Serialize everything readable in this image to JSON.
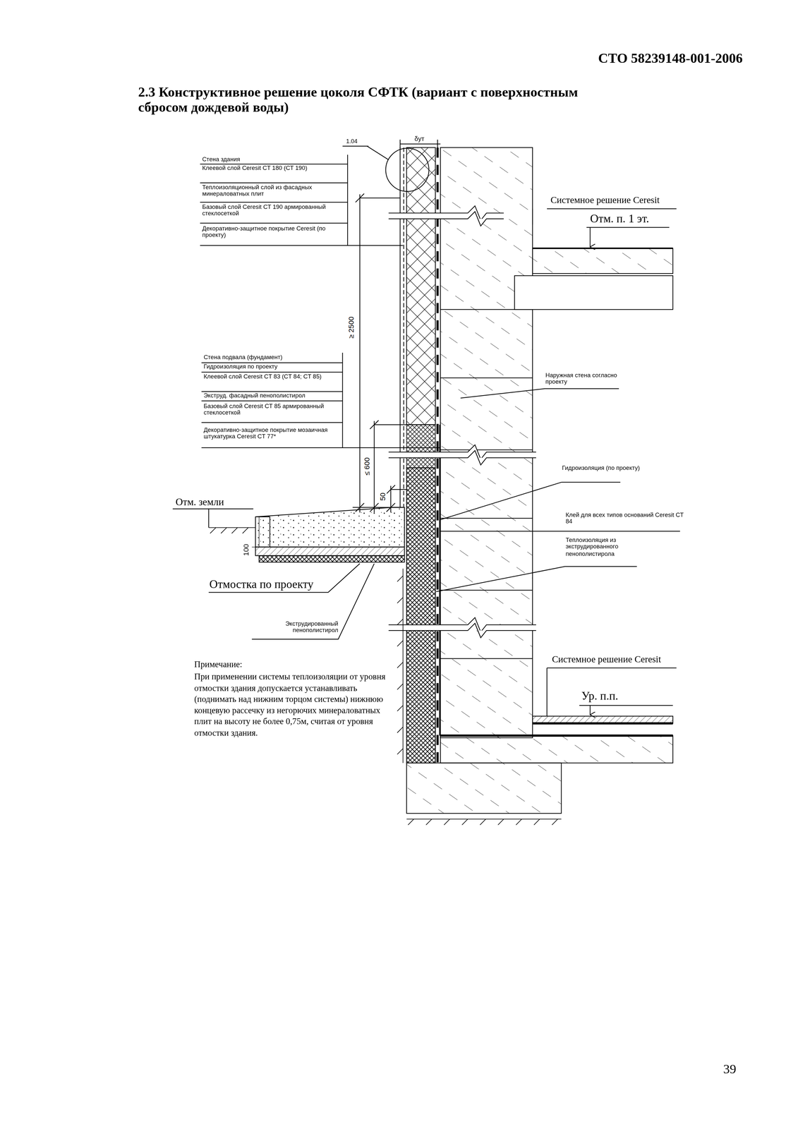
{
  "diagram": {
    "title": "2.3 Конструктивное решение цоколя СФТК (вариант с поверхностным сбросом дождевой воды)",
    "labels": [
      "СТО 58239148-001-2006",
      "1.04",
      "δут",
      "Стена здания",
      "Клеевой слой Ceresit CT 180 (CT 190)",
      "Теплоизоляционный слой из фасадных минераловатных плит",
      "Базовый слой Ceresit CT 190 армированный стеклосеткой",
      "Декоративно-защитное покрытие Ceresit (по проекту)",
      "Системное решение Ceresit",
      "Отм. п. 1 эт.",
      "≥ 2500",
      "Стена подвала (фундамент)",
      "Гидроизоляция по проекту",
      "Клеевой слой Ceresit CT 83 (CT 84; CT 85)",
      "Экструд. фасадный пенополистирол",
      "Базовый слой Ceresit CT 85 армированный стеклосеткой",
      "Декоративно-защитное покрытие мозаичная штукатурка Ceresit CT 77*",
      "Наружная стена согласно проекту",
      "≤ 600",
      "50",
      "Гидроизоляция (по проекту)",
      "Отм. земли",
      "Клей для всех типов оснований Ceresit CT 84",
      "Теплоизоляция из экструдированного пенополистирола",
      "100",
      "Отмостка по проекту",
      "Экструдированный пенополистирол",
      "Примечание:",
      "При применении системы теплоизоляции от уровня отмостки здания допускается устанавливать (поднимать над нижним торцом системы) нижнюю концевую рассечку из негорючих минераловатных плит на высоту не более 0,75м, считая от уровня отмостки здания.",
      "Системное решение Ceresit",
      "Ур. п.п.",
      "39"
    ]
  }
}
